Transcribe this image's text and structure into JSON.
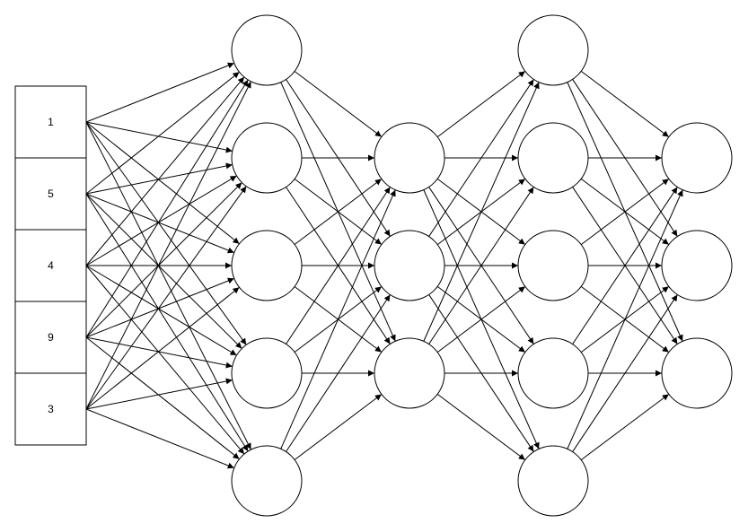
{
  "diagram": {
    "kind": "neural-network",
    "line_color": "#000000",
    "fill_color": "#ffffff",
    "inputs": [
      "1",
      "5",
      "4",
      "9",
      "3"
    ],
    "layers": [
      {
        "neurons": 5
      },
      {
        "neurons": 3
      },
      {
        "neurons": 5
      },
      {
        "neurons": 3
      }
    ],
    "connectivity": "fully-connected"
  }
}
